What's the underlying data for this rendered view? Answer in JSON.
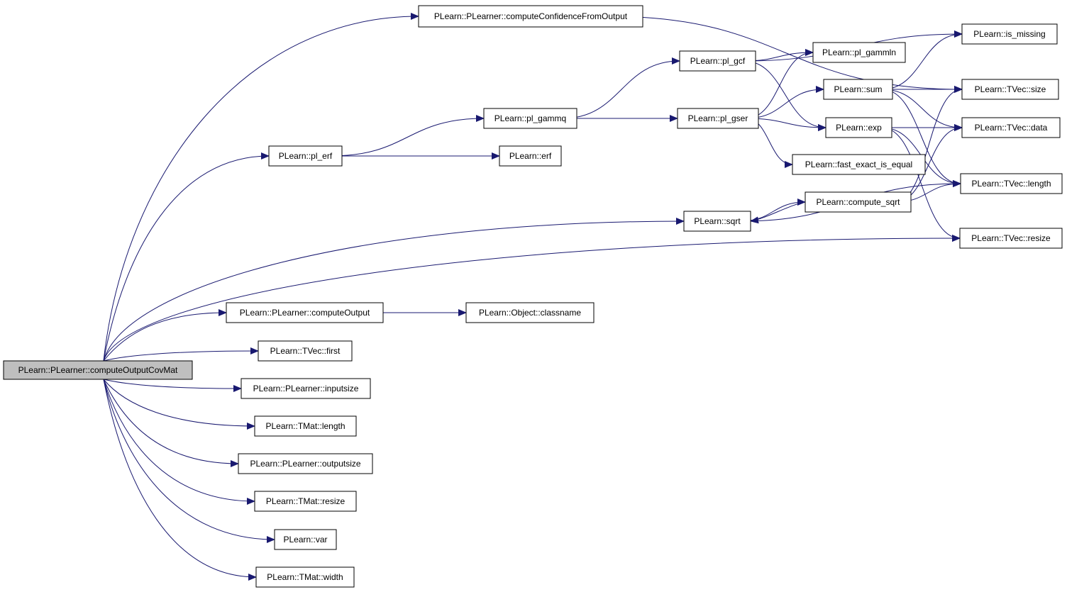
{
  "graph": {
    "nodes": [
      {
        "id": "computeOutputCovMat",
        "label": "PLearn::PLearner::computeOutputCovMat",
        "root": true
      },
      {
        "id": "computeConfidenceFromOutput",
        "label": "PLearn::PLearner::computeConfidenceFromOutput"
      },
      {
        "id": "pl_erf",
        "label": "PLearn::pl_erf"
      },
      {
        "id": "pl_gammq",
        "label": "PLearn::pl_gammq"
      },
      {
        "id": "erf",
        "label": "PLearn::erf"
      },
      {
        "id": "pl_gcf",
        "label": "PLearn::pl_gcf"
      },
      {
        "id": "pl_gser",
        "label": "PLearn::pl_gser"
      },
      {
        "id": "pl_gammln",
        "label": "PLearn::pl_gammln"
      },
      {
        "id": "sum",
        "label": "PLearn::sum"
      },
      {
        "id": "exp",
        "label": "PLearn::exp"
      },
      {
        "id": "fast_exact_is_equal",
        "label": "PLearn::fast_exact_is_equal"
      },
      {
        "id": "is_missing",
        "label": "PLearn::is_missing"
      },
      {
        "id": "tvec_size",
        "label": "PLearn::TVec::size"
      },
      {
        "id": "tvec_data",
        "label": "PLearn::TVec::data"
      },
      {
        "id": "tvec_length",
        "label": "PLearn::TVec::length"
      },
      {
        "id": "tvec_resize",
        "label": "PLearn::TVec::resize"
      },
      {
        "id": "compute_sqrt",
        "label": "PLearn::compute_sqrt"
      },
      {
        "id": "sqrt",
        "label": "PLearn::sqrt"
      },
      {
        "id": "computeOutput",
        "label": "PLearn::PLearner::computeOutput"
      },
      {
        "id": "classname",
        "label": "PLearn::Object::classname"
      },
      {
        "id": "tvec_first",
        "label": "PLearn::TVec::first"
      },
      {
        "id": "inputsize",
        "label": "PLearn::PLearner::inputsize"
      },
      {
        "id": "tmat_length",
        "label": "PLearn::TMat::length"
      },
      {
        "id": "outputsize",
        "label": "PLearn::PLearner::outputsize"
      },
      {
        "id": "tmat_resize",
        "label": "PLearn::TMat::resize"
      },
      {
        "id": "var",
        "label": "PLearn::var"
      },
      {
        "id": "tmat_width",
        "label": "PLearn::TMat::width"
      }
    ],
    "edges": [
      [
        "computeOutputCovMat",
        "computeConfidenceFromOutput"
      ],
      [
        "computeOutputCovMat",
        "pl_erf"
      ],
      [
        "computeOutputCovMat",
        "sqrt"
      ],
      [
        "computeOutputCovMat",
        "tvec_resize"
      ],
      [
        "computeOutputCovMat",
        "computeOutput"
      ],
      [
        "computeOutputCovMat",
        "tvec_first"
      ],
      [
        "computeOutputCovMat",
        "inputsize"
      ],
      [
        "computeOutputCovMat",
        "tmat_length"
      ],
      [
        "computeOutputCovMat",
        "outputsize"
      ],
      [
        "computeOutputCovMat",
        "tmat_resize"
      ],
      [
        "computeOutputCovMat",
        "var"
      ],
      [
        "computeOutputCovMat",
        "tmat_width"
      ],
      [
        "computeConfidenceFromOutput",
        "tvec_size"
      ],
      [
        "pl_erf",
        "pl_gammq"
      ],
      [
        "pl_erf",
        "erf"
      ],
      [
        "pl_gammq",
        "pl_gcf"
      ],
      [
        "pl_gammq",
        "pl_gser"
      ],
      [
        "pl_gcf",
        "is_missing"
      ],
      [
        "pl_gcf",
        "pl_gammln"
      ],
      [
        "pl_gcf",
        "exp"
      ],
      [
        "pl_gser",
        "pl_gammln"
      ],
      [
        "pl_gser",
        "sum"
      ],
      [
        "pl_gser",
        "exp"
      ],
      [
        "pl_gser",
        "fast_exact_is_equal"
      ],
      [
        "sum",
        "is_missing"
      ],
      [
        "sum",
        "tvec_size"
      ],
      [
        "sum",
        "tvec_data"
      ],
      [
        "sum",
        "tvec_length"
      ],
      [
        "exp",
        "tvec_data"
      ],
      [
        "exp",
        "tvec_length"
      ],
      [
        "exp",
        "tvec_resize"
      ],
      [
        "sqrt",
        "compute_sqrt"
      ],
      [
        "sqrt",
        "tvec_length"
      ],
      [
        "compute_sqrt",
        "sqrt"
      ],
      [
        "compute_sqrt",
        "tvec_length"
      ],
      [
        "compute_sqrt",
        "tvec_size"
      ],
      [
        "compute_sqrt",
        "tvec_data"
      ],
      [
        "computeOutput",
        "classname"
      ]
    ]
  }
}
